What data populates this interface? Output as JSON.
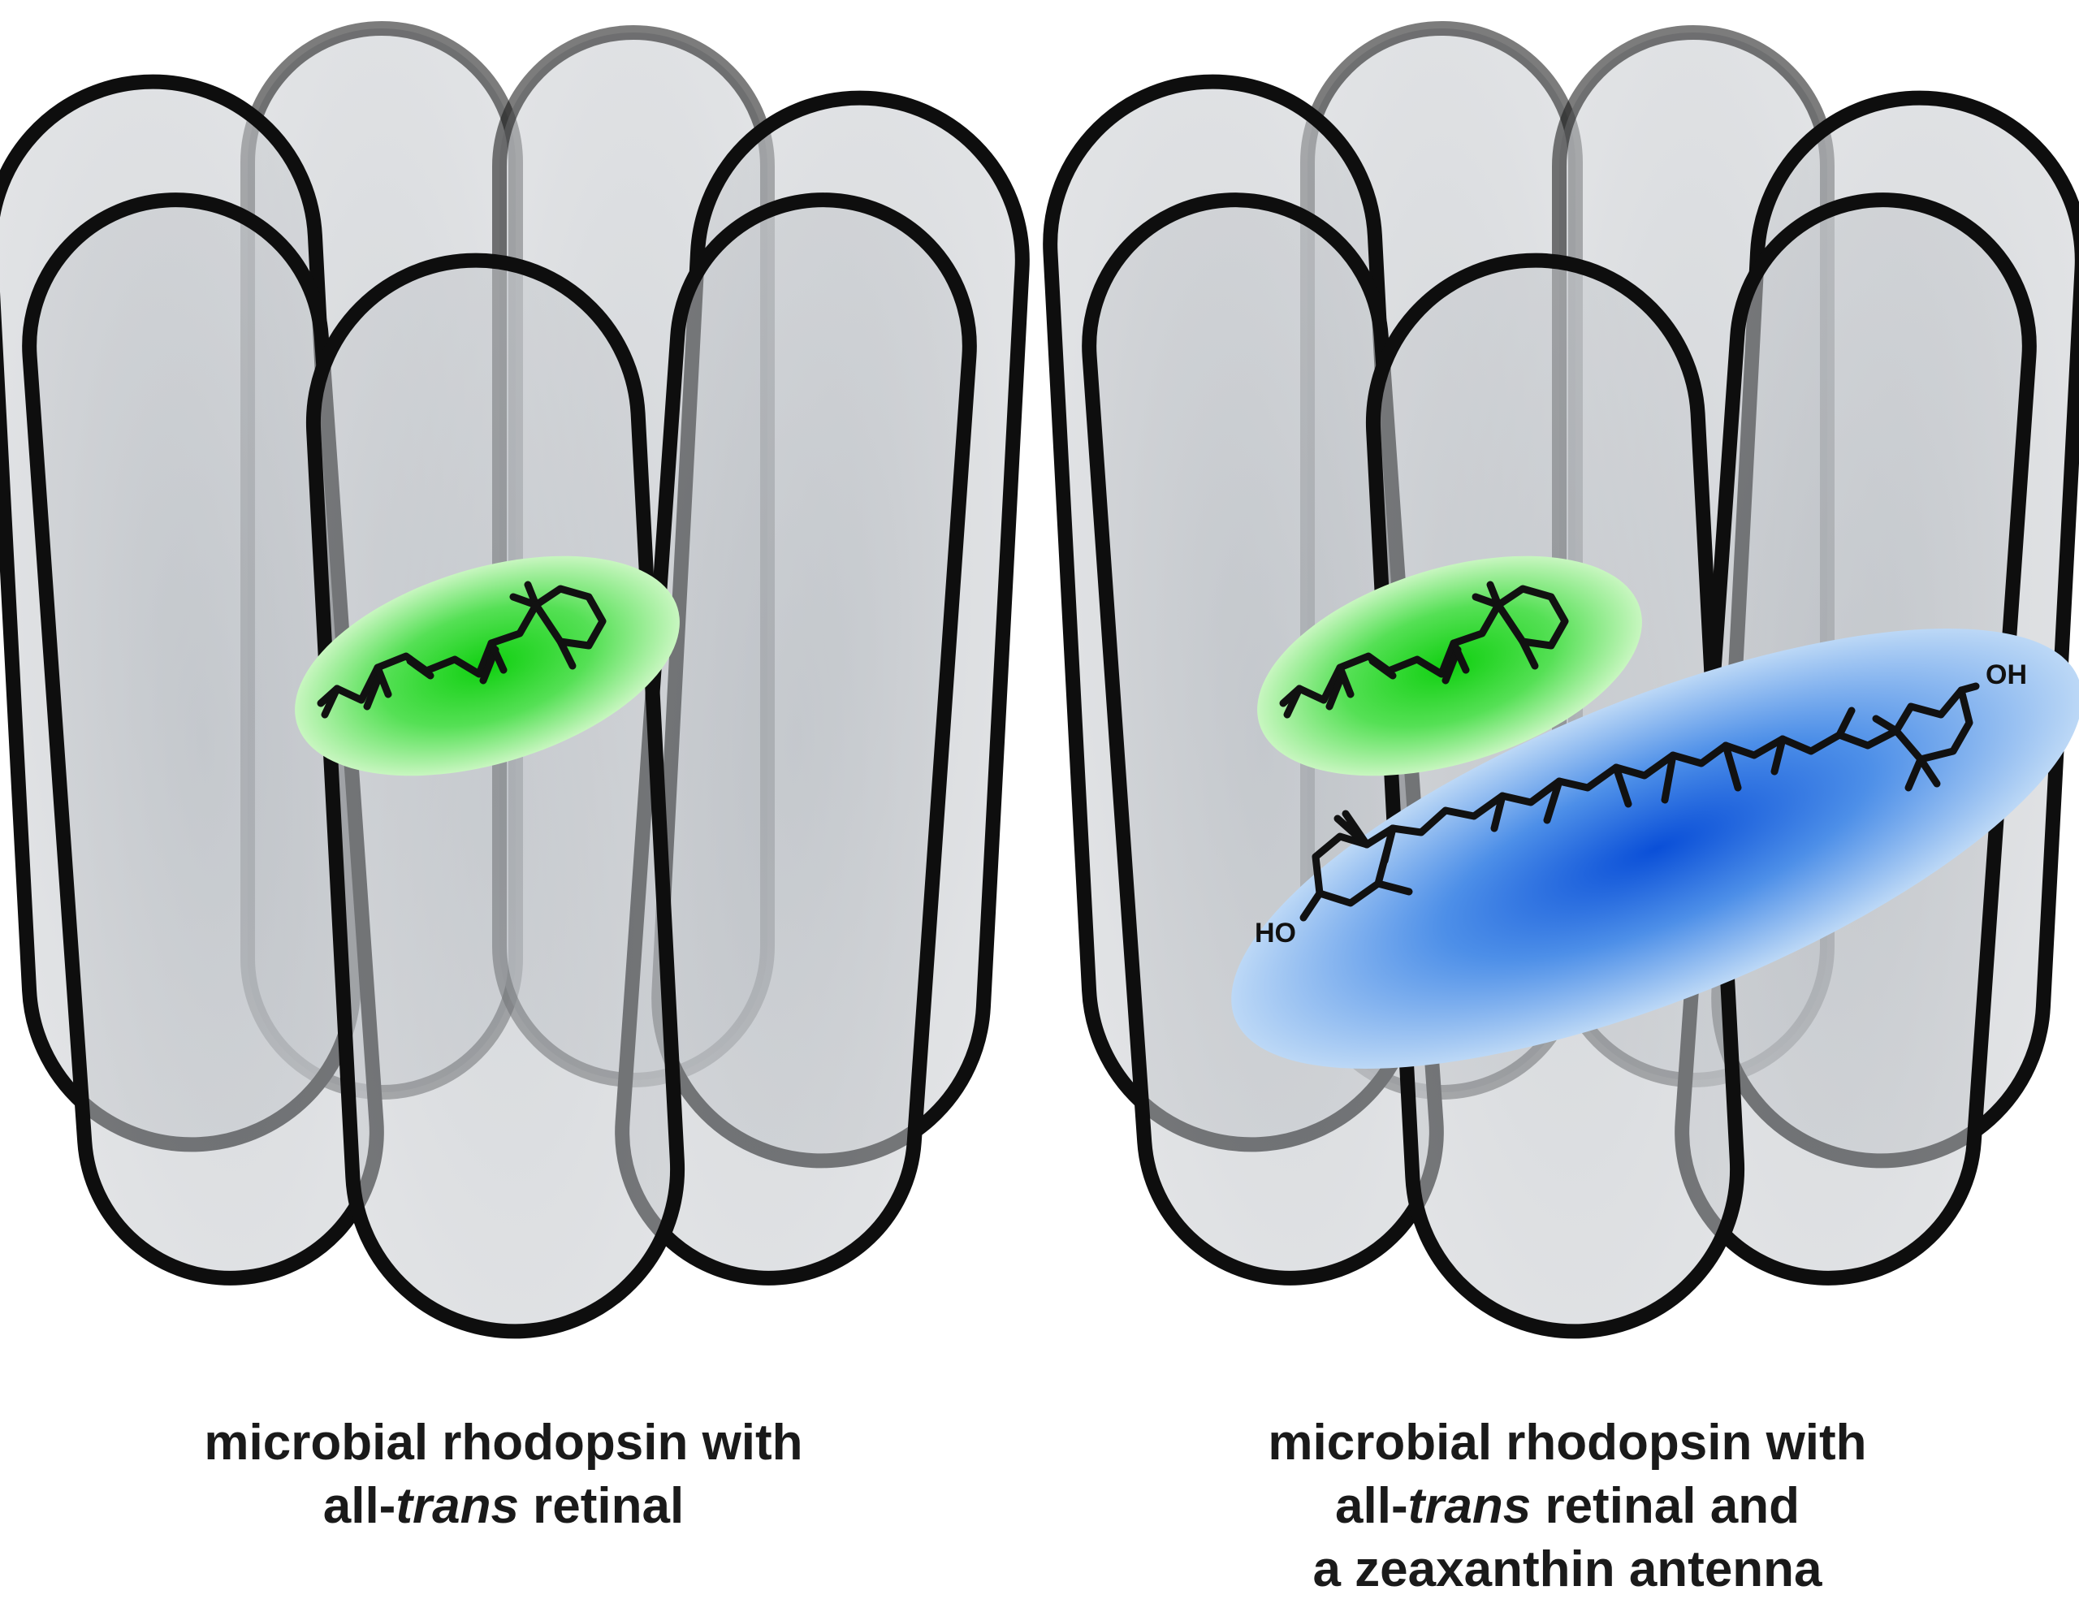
{
  "panels": [
    {
      "id": "left",
      "caption": {
        "line1": "microbial rhodopsin with",
        "line2_prefix": "all-",
        "line2_italic": "trans",
        "line2_suffix": " retinal"
      }
    },
    {
      "id": "right",
      "caption": {
        "line1": "microbial rhodopsin with",
        "line2_prefix": "all-",
        "line2_italic": "trans",
        "line2_suffix": " retinal and",
        "line3": "a zeaxanthin antenna"
      },
      "labels": {
        "hydroxyl_top": "OH",
        "hydroxyl_bottom": "HO"
      }
    }
  ],
  "colors": {
    "helix_fill": "#c2c5c9",
    "helix_stroke": "#111111",
    "retinal_glow": "#22dd22",
    "zeaxanthin_glow": "#1f6fe0",
    "molecule": "#111111"
  }
}
